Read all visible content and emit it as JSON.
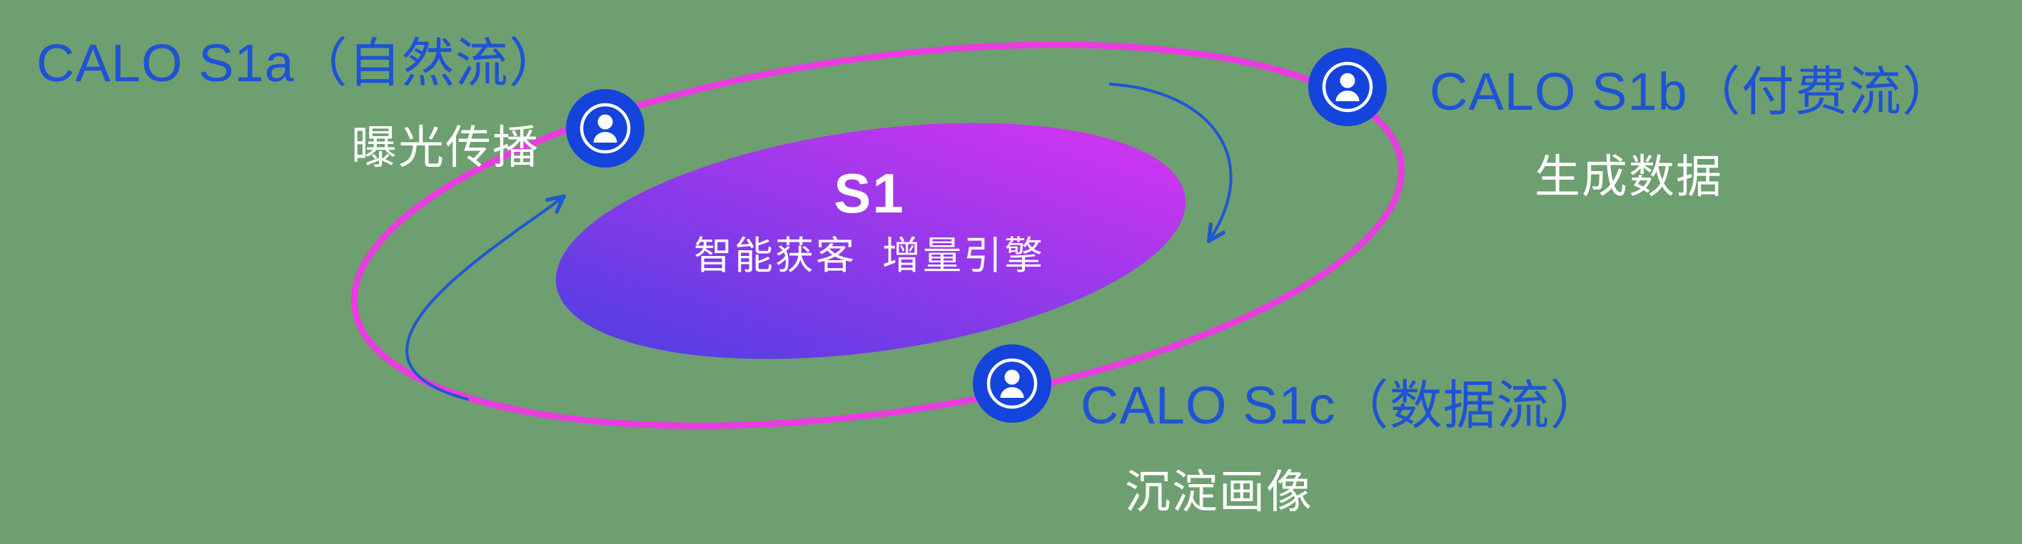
{
  "canvas": {
    "background": "#6e9f70"
  },
  "colors": {
    "label_blue": "#1e53d6",
    "node_blue": "#1444dc",
    "icon_white": "#ffffff",
    "orbit_pink": "#e93be0",
    "gradient_start": "#4b3fe2",
    "gradient_end": "#d934f2",
    "arrow_blue": "#1f57d2",
    "center_text": "#ffffff",
    "sublabel_white": "#ffffff"
  },
  "diagram": {
    "center": {
      "title": "S1",
      "subtitle": "智能获客  增量引擎"
    },
    "nodes": [
      {
        "id": "s1a",
        "label": "CALO S1a（自然流）",
        "sublabel": "曝光传播",
        "icon": "user-icon"
      },
      {
        "id": "s1b",
        "label": "CALO S1b（付费流）",
        "sublabel": "生成数据",
        "icon": "user-icon"
      },
      {
        "id": "s1c",
        "label": "CALO S1c（数据流）",
        "sublabel": "沉淀画像",
        "icon": "user-icon"
      }
    ]
  }
}
